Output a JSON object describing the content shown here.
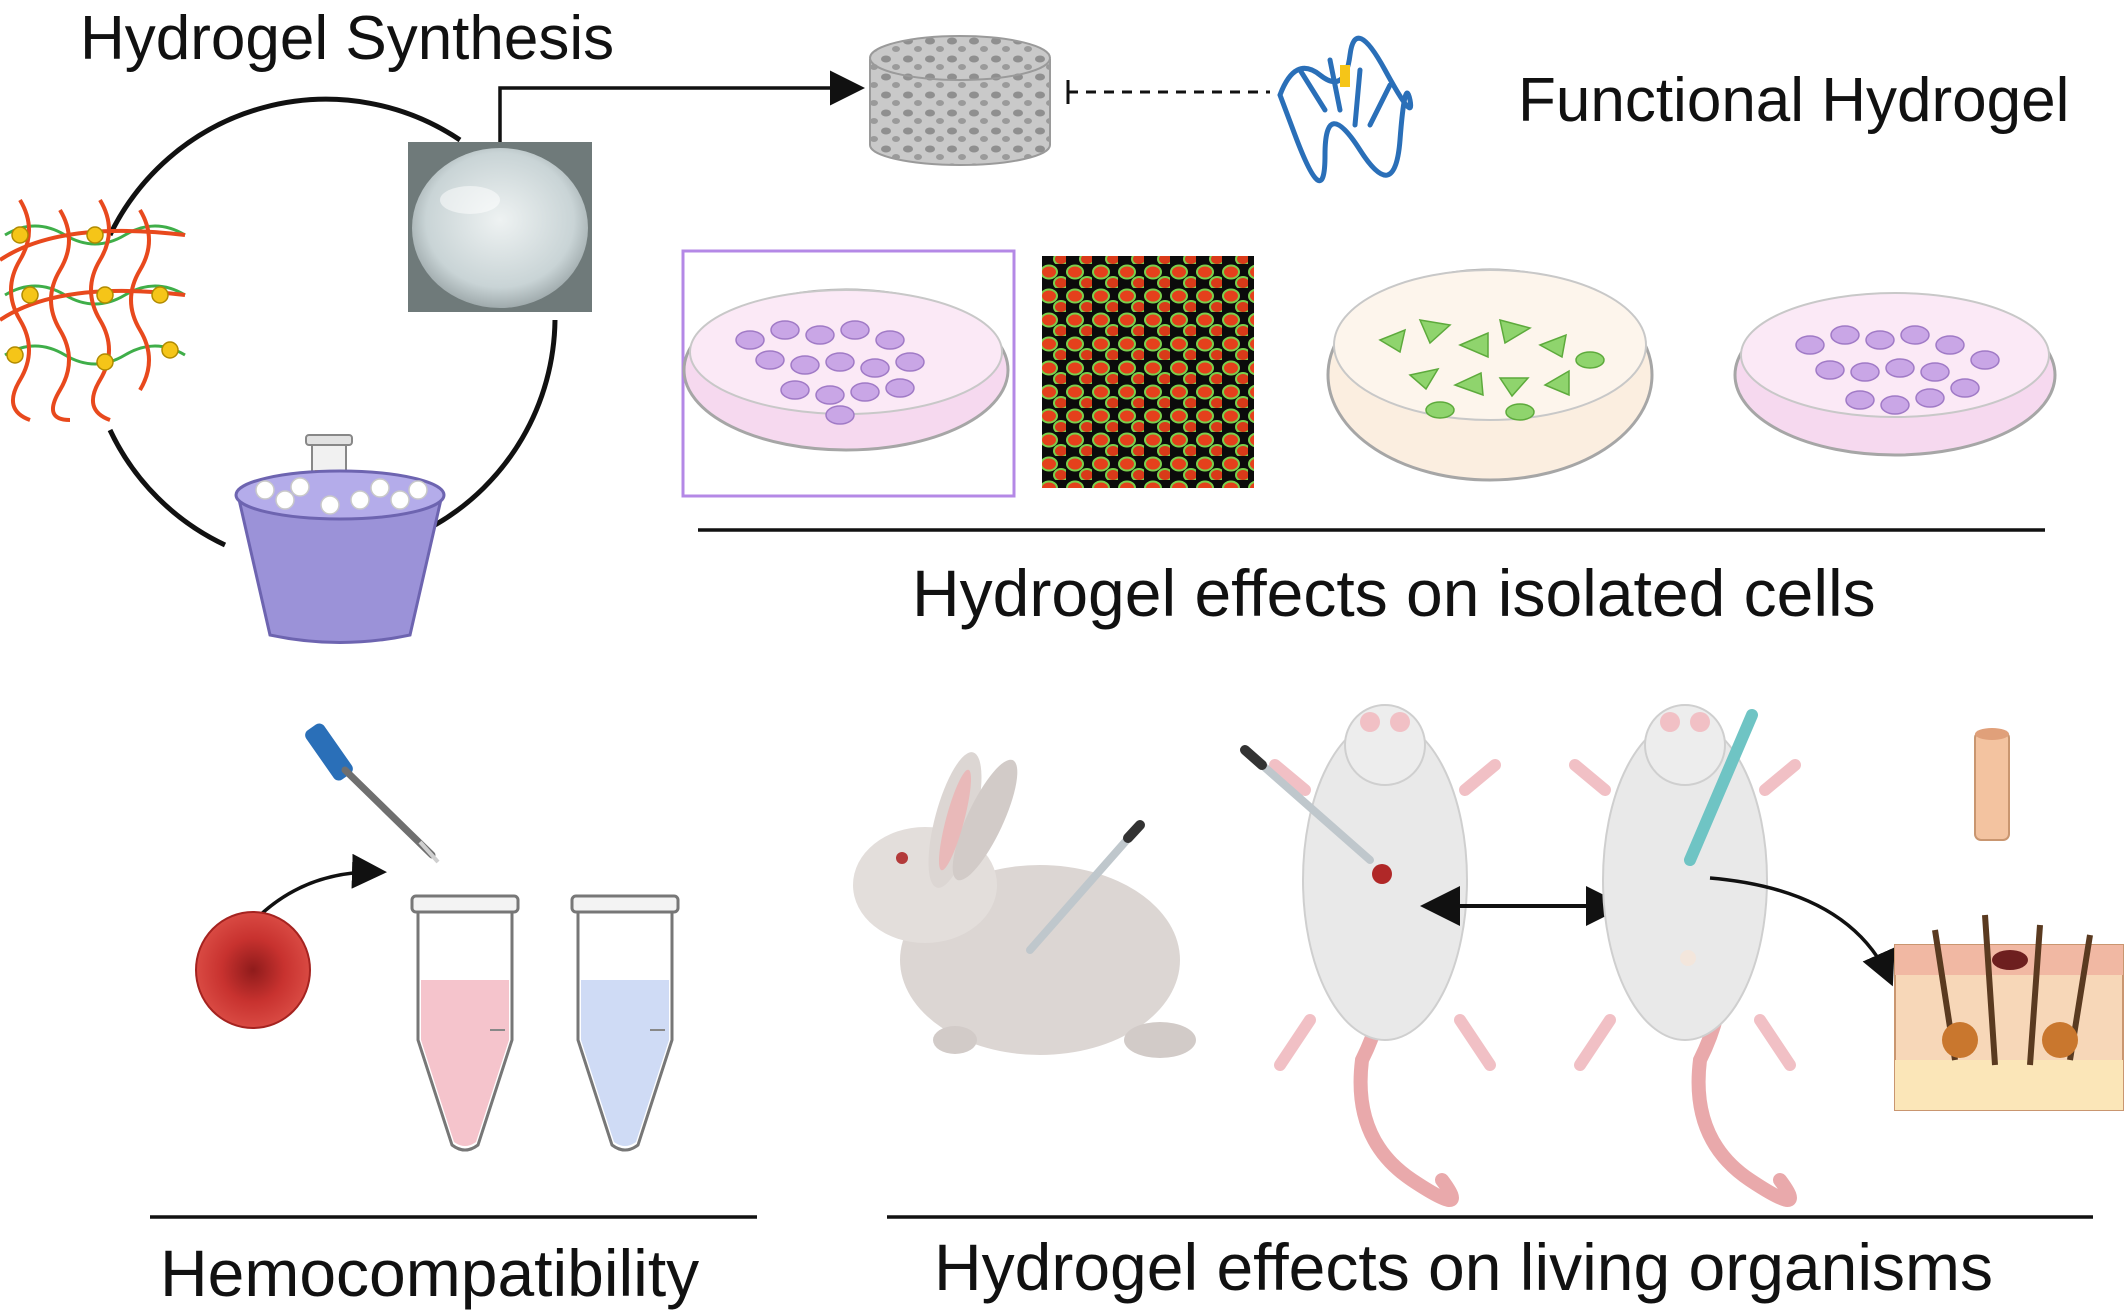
{
  "labels": {
    "hydrogel_synthesis": "Hydrogel Synthesis",
    "functional_hydrogel": "Functional Hydrogel",
    "effects_isolated_cells": "Hydrogel effects on isolated cells",
    "hemocompatibility": "Hemocompatibility",
    "effects_living_organisms": "Hydrogel effects on living organisms"
  },
  "icons": [
    "polymer-network-icon",
    "hydrogel-photo-icon",
    "ice-bucket-icon",
    "porous-scaffold-icon",
    "protein-structure-icon",
    "petri-dish-icon",
    "fluorescence-micrograph-icon",
    "pipette-icon",
    "red-blood-cell-icon",
    "microtube-icon",
    "rabbit-icon",
    "rat-icon",
    "skin-cross-section-icon",
    "tissue-sample-icon"
  ],
  "colors": {
    "polymer_red": "#e8491d",
    "polymer_green": "#3fae49",
    "crosslink_yellow": "#f5c518",
    "bucket_purple": "#9b92d8",
    "cell_purple": "#c9a6e6",
    "dish_pink": "#f6d9ef",
    "stem_cell_green": "#8fd46d",
    "blood_red": "#c8322f",
    "protein_blue": "#2a6fb8"
  }
}
